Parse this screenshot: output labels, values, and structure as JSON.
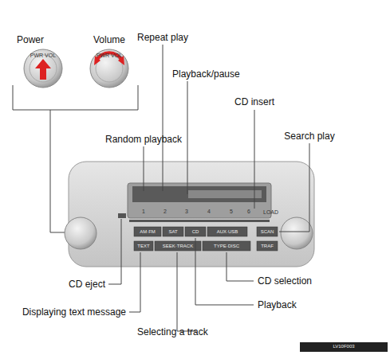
{
  "diagram": {
    "labels": [
      "Power",
      "Volume",
      "Repeat play",
      "Playback/pause",
      "CD insert",
      "Random playback",
      "Search play",
      "CD eject",
      "Displaying text message",
      "Selecting a track",
      "Playback",
      "CD selection",
      "AM·FM",
      "SAT",
      "CD",
      "AUX·USB",
      "SCAN",
      "TEXT",
      "SEEK·TRACK",
      "TYPE·DISC",
      "TRAF",
      "1",
      "2",
      "3",
      "4",
      "5",
      "6",
      "LOAD",
      "PWR VOL",
      "PWR VOL",
      "LV10F003"
    ]
  }
}
